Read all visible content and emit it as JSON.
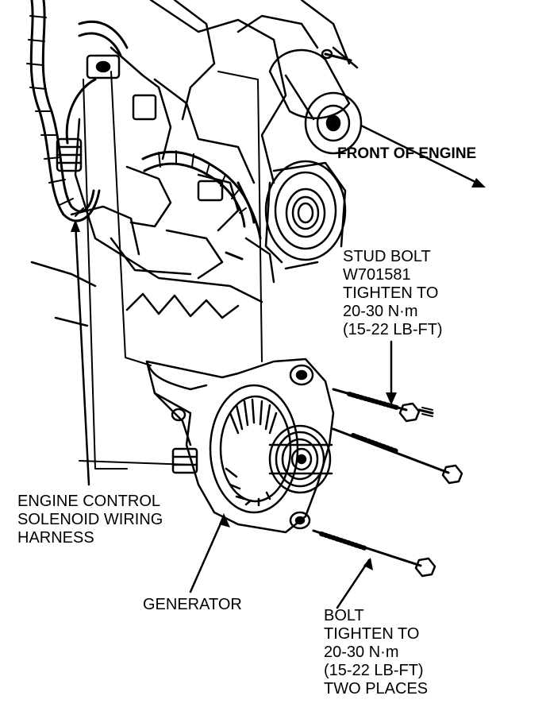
{
  "labels": {
    "front_of_engine": "FRONT OF ENGINE",
    "stud_bolt": [
      "STUD BOLT",
      "W701581",
      "TIGHTEN TO",
      "20-30 N·m",
      "(15-22 LB-FT)"
    ],
    "harness": [
      "ENGINE CONTROL",
      "SOLENOID WIRING",
      "HARNESS"
    ],
    "generator": "GENERATOR",
    "bolt": [
      "BOLT",
      "TIGHTEN TO",
      "20-30 N·m",
      "(15-22 LB-FT)",
      "TWO PLACES"
    ]
  }
}
